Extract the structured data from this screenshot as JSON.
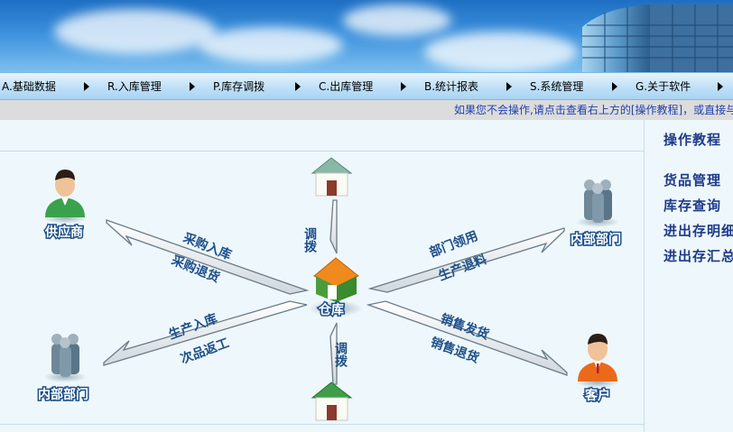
{
  "menu": [
    {
      "label": "A.基础数据"
    },
    {
      "label": "R.入库管理"
    },
    {
      "label": "P.库存调拨"
    },
    {
      "label": "C.出库管理"
    },
    {
      "label": "B.统计报表"
    },
    {
      "label": "S.系统管理"
    },
    {
      "label": "G.关于软件"
    }
  ],
  "marquee": "如果您不会操作,请点击查看右上方的[操作教程]，或直接与",
  "right_panel": {
    "tutorial": "操作教程",
    "links": [
      "货品管理",
      "库存查询",
      "进出存明细",
      "进出存汇总"
    ]
  },
  "diagram": {
    "nodes": {
      "supplier": "供应商",
      "internal_top": "内部部门",
      "internal_bottom": "内部部门",
      "customer": "客户",
      "warehouse": "仓库"
    },
    "flows": {
      "purchase_in": "采购入库",
      "purchase_return": "采购退货",
      "dept_use": "部门领用",
      "prod_return": "生产退料",
      "prod_in": "生产入库",
      "rework": "次品返工",
      "sales_out": "销售发货",
      "sales_return": "销售退货",
      "transfer_top": "调拨",
      "transfer_bottom": "调拨"
    }
  }
}
